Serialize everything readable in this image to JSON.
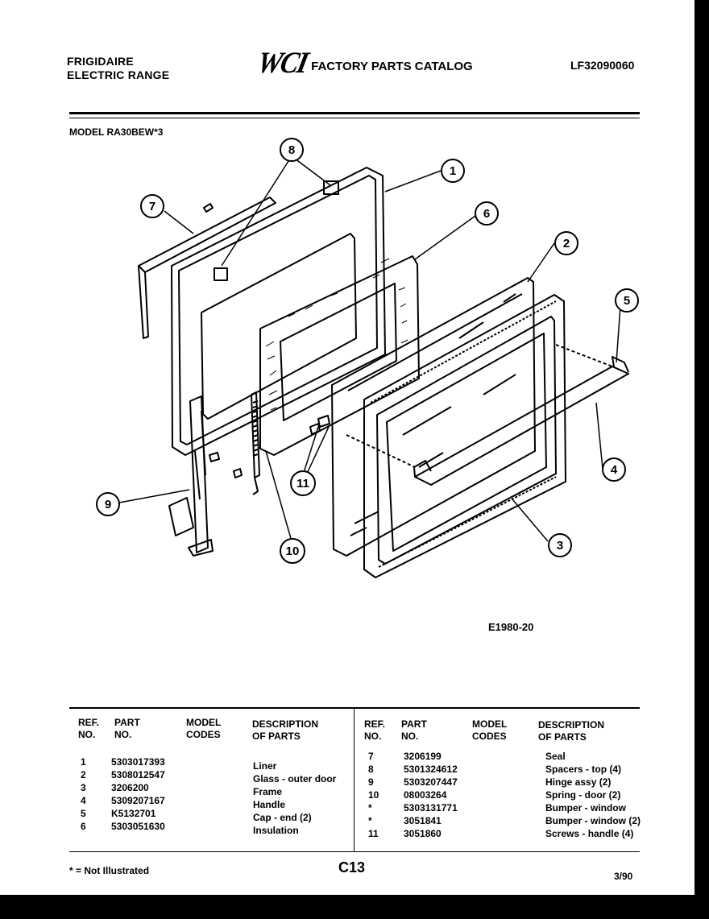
{
  "header": {
    "brand_line1": "FRIGIDAIRE",
    "brand_line2": "ELECTRIC RANGE",
    "logo_text": "WCI",
    "catalog_title": "FACTORY PARTS CATALOG",
    "catalog_number": "LF32090060"
  },
  "model_line": "MODEL RA30BEW*3",
  "diagram": {
    "code": "E1980-20",
    "callouts": [
      "1",
      "2",
      "3",
      "4",
      "5",
      "6",
      "7",
      "8",
      "9",
      "10",
      "11"
    ]
  },
  "table": {
    "headers": {
      "ref": [
        "REF.",
        "NO."
      ],
      "part": [
        "PART",
        "NO."
      ],
      "model": [
        "MODEL",
        "CODES"
      ],
      "desc": [
        "DESCRIPTION",
        "OF PARTS"
      ]
    },
    "left_rows": [
      {
        "ref": "1",
        "part": "5303017393",
        "desc": "Liner"
      },
      {
        "ref": "2",
        "part": "5308012547",
        "desc": "Glass - outer door"
      },
      {
        "ref": "3",
        "part": "3206200",
        "desc": "Frame"
      },
      {
        "ref": "4",
        "part": "5309207167",
        "desc": "Handle"
      },
      {
        "ref": "5",
        "part": "K5132701",
        "desc": "Cap - end (2)"
      },
      {
        "ref": "6",
        "part": "5303051630",
        "desc": "Insulation"
      }
    ],
    "right_rows": [
      {
        "ref": "7",
        "part": "3206199",
        "desc": "Seal"
      },
      {
        "ref": "8",
        "part": "5301324612",
        "desc": "Spacers - top (4)"
      },
      {
        "ref": "9",
        "part": "5303207447",
        "desc": "Hinge assy (2)"
      },
      {
        "ref": "10",
        "part": "08003264",
        "desc": "Spring - door (2)"
      },
      {
        "ref": "*",
        "part": "5303131771",
        "desc": "Bumper - window"
      },
      {
        "ref": "*",
        "part": "3051841",
        "desc": "Bumper - window (2)"
      },
      {
        "ref": "11",
        "part": "3051860",
        "desc": "Screws - handle (4)"
      }
    ]
  },
  "footer": {
    "note": "* = Not Illustrated",
    "page_code": "C13",
    "date": "3/90"
  }
}
